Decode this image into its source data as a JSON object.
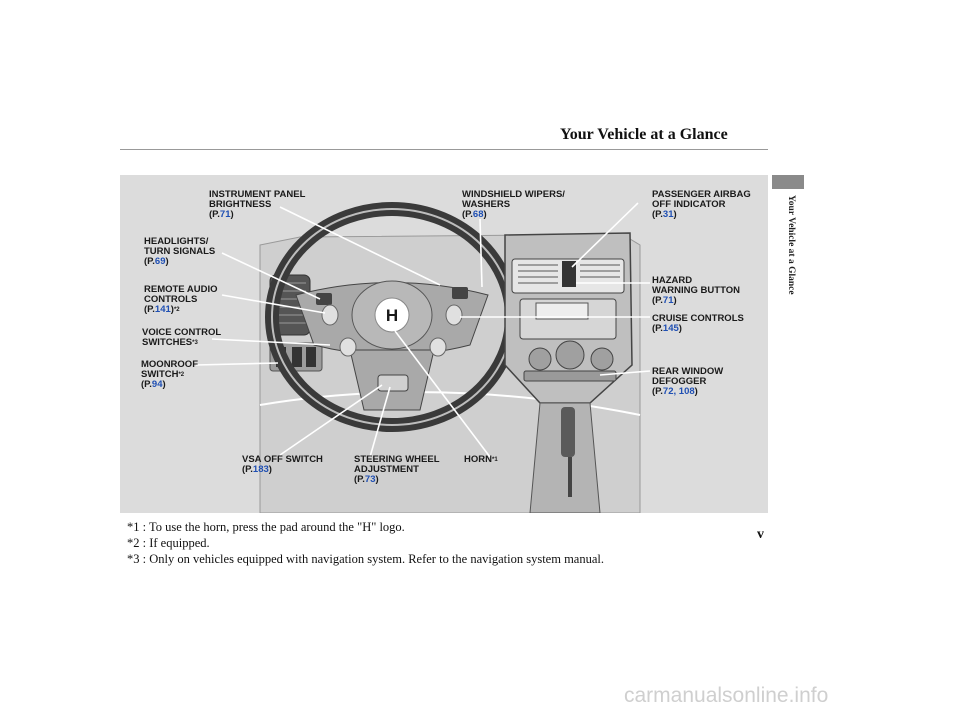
{
  "header": {
    "title": "Your Vehicle at a Glance"
  },
  "sidebar": {
    "section": "Your Vehicle at a Glance"
  },
  "labels": {
    "instrument_panel": {
      "line1": "INSTRUMENT PANEL",
      "line2": "BRIGHTNESS",
      "page": "71"
    },
    "windshield": {
      "line1": "WINDSHIELD WIPERS/",
      "line2": "WASHERS",
      "page": "68"
    },
    "airbag": {
      "line1": "PASSENGER AIRBAG",
      "line2": "OFF INDICATOR",
      "page": "31"
    },
    "headlights": {
      "line1": "HEADLIGHTS/",
      "line2": "TURN SIGNALS",
      "page": "69"
    },
    "remote_audio": {
      "line1": "REMOTE AUDIO",
      "line2": "CONTROLS",
      "page": "141",
      "note": "*2"
    },
    "voice_control": {
      "line1": "VOICE CONTROL",
      "line2": "SWITCHES",
      "note": "*3"
    },
    "moonroof": {
      "line1": "MOONROOF",
      "line2": "SWITCH",
      "note": "*2",
      "page": "94"
    },
    "hazard": {
      "line1": "HAZARD",
      "line2": "WARNING BUTTON",
      "page": "71"
    },
    "cruise": {
      "line1": "CRUISE CONTROLS",
      "page": "145"
    },
    "rear_window": {
      "line1": "REAR WINDOW",
      "line2": "DEFOGGER",
      "page1": "72",
      "page2": "108"
    },
    "vsa": {
      "line1": "VSA OFF SWITCH",
      "page": "183"
    },
    "steering": {
      "line1": "STEERING WHEEL",
      "line2": "ADJUSTMENT",
      "page": "73"
    },
    "horn": {
      "line1": "HORN",
      "note": "*1"
    },
    "page_prefix": "(P.",
    "page_suffix": ")",
    "page_sep": ", "
  },
  "footnotes": [
    "*1 : To use the horn, press the pad around the \"H\" logo.",
    "*2 : If equipped.",
    "*3 : Only on vehicles equipped with navigation system. Refer to the navigation system manual."
  ],
  "page_number": "v",
  "watermark": "carmanualsonline.info"
}
